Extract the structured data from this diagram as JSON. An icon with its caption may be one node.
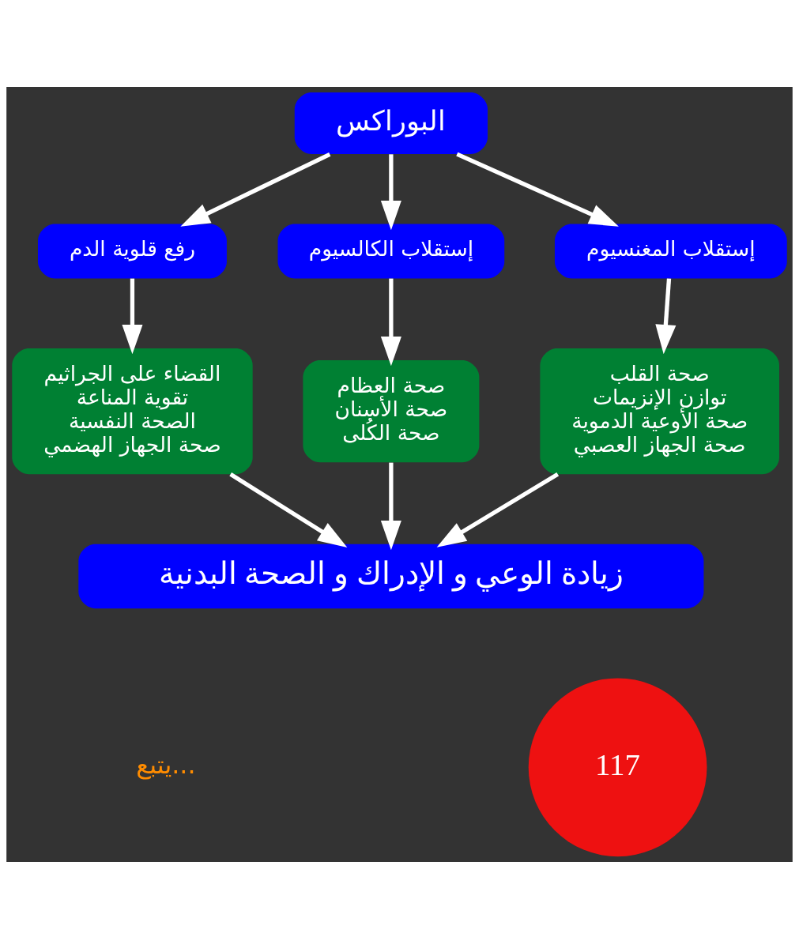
{
  "diagram": {
    "nodes": [
      {
        "text": [
          "البوراكس"
        ]
      },
      {
        "text": [
          "رفع قلوية الدم"
        ]
      },
      {
        "text": [
          "إستقلاب الكالسيوم"
        ]
      },
      {
        "text": [
          "إستقلاب المغنسيوم"
        ]
      },
      {
        "text": [
          "القضاء على الجراثيم",
          "تقوية المناعة",
          "الصحة النفسية",
          "صحة الجهاز الهضمي"
        ]
      },
      {
        "text": [
          "صحة العظام",
          "صحة الأسنان",
          "صحة الكُلى"
        ]
      },
      {
        "text": [
          "صحة القلب",
          "توازن الإنزيمات",
          "صحة الأوعية الدموية",
          "صحة الجهاز العصبي"
        ]
      },
      {
        "text": [
          "زيادة الوعي و الإدراك و الصحة البدنية"
        ]
      },
      {
        "text": [
          "117"
        ]
      }
    ],
    "edges": [
      {
        "from": 0,
        "to": 1,
        "arrow": "to"
      },
      {
        "from": 0,
        "to": 2,
        "arrow": "to"
      },
      {
        "from": 0,
        "to": 3,
        "arrow": "to"
      },
      {
        "from": 1,
        "to": 4,
        "arrow": "to"
      },
      {
        "from": 2,
        "to": 5,
        "arrow": "to"
      },
      {
        "from": 3,
        "to": 6,
        "arrow": "to"
      },
      {
        "from": 4,
        "to": 7,
        "arrow": "to"
      },
      {
        "from": 5,
        "to": 7,
        "arrow": "to"
      },
      {
        "from": 6,
        "to": 7,
        "arrow": "to"
      }
    ],
    "labels": [
      "يتبع..."
    ]
  }
}
